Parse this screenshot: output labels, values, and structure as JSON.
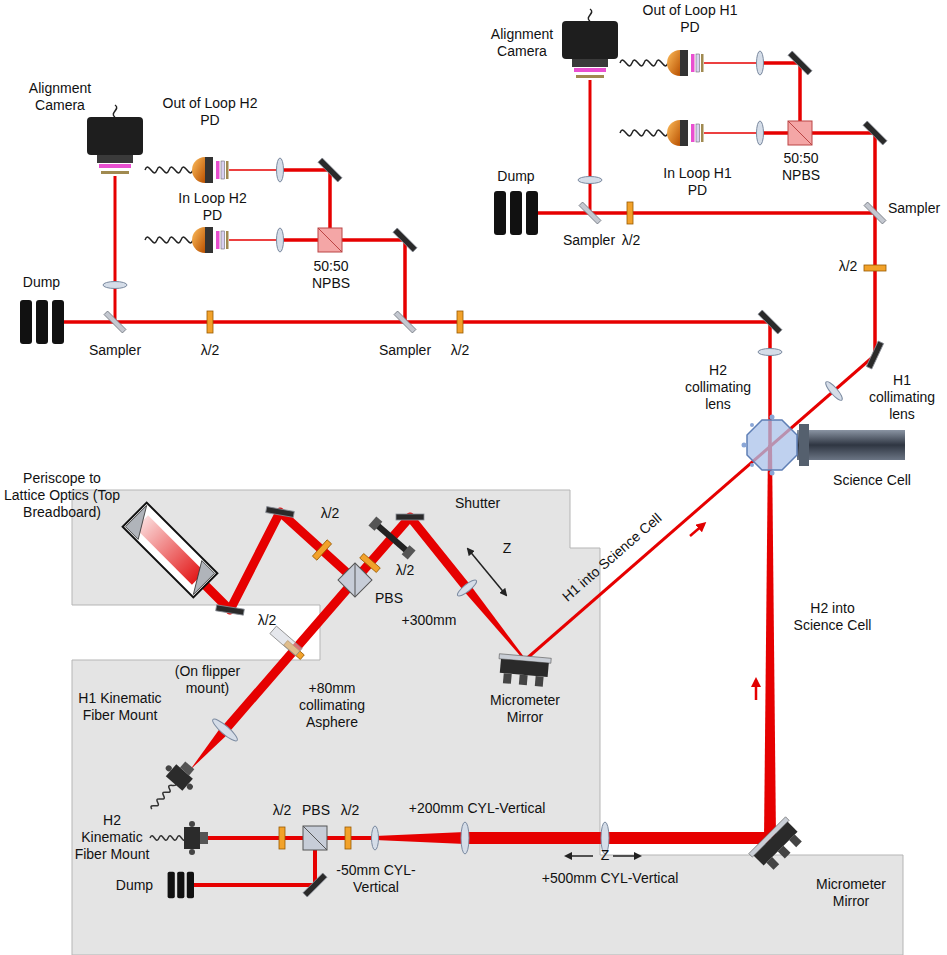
{
  "diagram": {
    "labels": [
      "Out of Loop H1 PD",
      "Alignment Camera",
      "Dump",
      "In Loop H1 PD",
      "50:50 NPBS",
      "Sampler",
      "Sampler",
      "λ/2",
      "λ/2",
      "Alignment Camera",
      "Out of Loop H2 PD",
      "In Loop H2 PD",
      "50:50 NPBS",
      "Dump",
      "Sampler",
      "λ/2",
      "Sampler",
      "λ/2",
      "H2 collimating lens",
      "H1 collimating lens",
      "Science Cell",
      "Periscope to Lattice Optics (Top Breadboard)",
      "Shutter",
      "λ/2",
      "PBS",
      "λ/2",
      "λ/2",
      "(On flipper mount)",
      "+300mm",
      "Z",
      "Micrometer Mirror",
      "H1 into Science Cell",
      "H2 into Science Cell",
      "+80mm collimating Asphere",
      "H1 Kinematic Fiber Mount",
      "H2 Kinematic Fiber Mount",
      "λ/2",
      "PBS",
      "λ/2",
      "Dump",
      "-50mm CYL-Vertical",
      "+200mm CYL-Vertical",
      "Z",
      "+500mm CYL-Vertical",
      "Micrometer Mirror"
    ]
  }
}
